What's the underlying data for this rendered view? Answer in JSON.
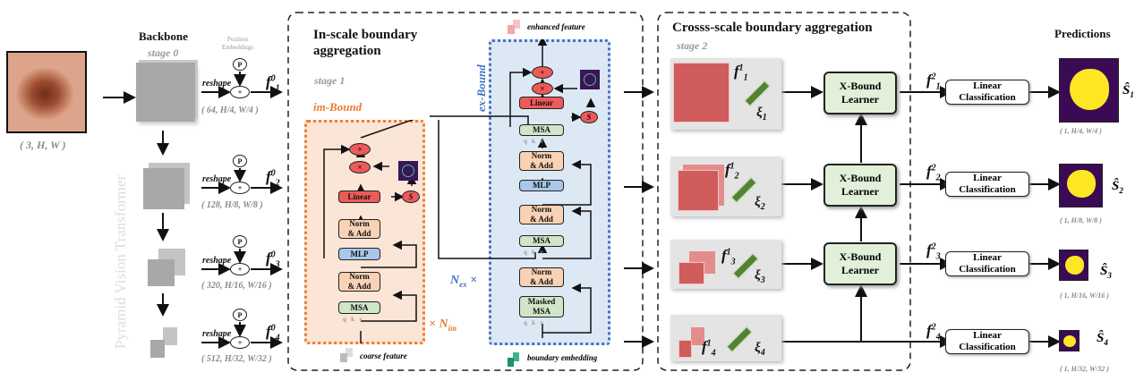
{
  "input": {
    "shape_label": "( 3, H, W )",
    "image": "dermoscopy-lesion"
  },
  "backbone": {
    "title": "Backbone",
    "stage_label": "stage 0",
    "side_label": "Pyramid  Vision Transformer",
    "position_embeddings_label": "Position\nEmbeddings",
    "p_label": "P",
    "plus_label": "+",
    "reshape_label": "reshape",
    "levels": [
      {
        "feature": "f",
        "sup": "0",
        "sub": "1",
        "shape": "( 64, H/4, W/4 )"
      },
      {
        "feature": "f",
        "sup": "0",
        "sub": "2",
        "shape": "( 128, H/8, W/8 )"
      },
      {
        "feature": "f",
        "sup": "0",
        "sub": "3",
        "shape": "( 320, H/16, W/16 )"
      },
      {
        "feature": "f",
        "sup": "0",
        "sub": "4",
        "shape": "( 512, H/32, W/32 )"
      }
    ]
  },
  "in_scale": {
    "title_line1": "In-scale boundary",
    "title_line2": "aggregation",
    "stage_label": "stage 1",
    "im_bound": {
      "label": "im-Bound",
      "repeat_base": "× N",
      "repeat_sub": "im",
      "blocks": {
        "linear": "Linear",
        "norm_add": "Norm\n& Add",
        "mlp": "MLP",
        "msa": "MSA",
        "s": "S",
        "mul": "×",
        "plus": "+"
      },
      "qkv": [
        "q",
        "k",
        "v"
      ],
      "input_label": "coarse feature"
    },
    "ex_bound": {
      "label": "ex-Bound",
      "repeat_base": "N",
      "repeat_sub": "ex",
      "repeat_suffix": "×",
      "blocks": {
        "linear": "Linear",
        "norm_add": "Norm\n& Add",
        "mlp": "MLP",
        "msa": "MSA",
        "masked_msa": "Masked\nMSA",
        "s": "S",
        "mul": "×",
        "plus": "+"
      },
      "qkv": [
        "q",
        "k",
        "v"
      ],
      "output_label": "enhanced feature",
      "input_label": "boundary embedding"
    }
  },
  "cross_scale": {
    "title": "Crosss-scale boundary aggregation",
    "stage_label": "stage 2",
    "levels": [
      {
        "feature_sup": "1",
        "feature_sub": "1",
        "xi_sub": "1"
      },
      {
        "feature_sup": "1",
        "feature_sub": "2",
        "xi_sub": "2"
      },
      {
        "feature_sup": "1",
        "feature_sub": "3",
        "xi_sub": "3"
      },
      {
        "feature_sup": "1",
        "feature_sub": "4",
        "xi_sub": "4"
      }
    ],
    "learner_label": "X-Bound\nLearner",
    "xi_symbol": "ξ"
  },
  "predictions": {
    "title": "Predictions",
    "classifier_label": "Linear\nClassification",
    "levels": [
      {
        "feature_sup": "2",
        "feature_sub": "1",
        "s_sub": "1",
        "shape": "( 1, H/4, W/4 )"
      },
      {
        "feature_sup": "2",
        "feature_sub": "2",
        "s_sub": "2",
        "shape": "( 1, H/8, W/8 )"
      },
      {
        "feature_sup": "2",
        "feature_sub": "3",
        "s_sub": "3",
        "shape": "( 1, H/16, W/16 )"
      },
      {
        "feature_sup": "2",
        "feature_sub": "4",
        "s_sub": "4",
        "shape": "( 1, H/32, W/32 )"
      }
    ]
  },
  "colors": {
    "norm": "#f9d2b5",
    "mlp": "#a9c7ea",
    "msa": "#cfe6c9",
    "linear": "#ee5a5a",
    "im_bound_bg": "#fbe5d6",
    "im_bound_border": "#ed7d31",
    "ex_bound_bg": "#dde8f5",
    "ex_bound_border": "#4472c4",
    "feature_red": "#d05c5c",
    "embedding_green": "#548235",
    "pred_bg": "#3b0a55",
    "pred_fg": "#fde725"
  }
}
